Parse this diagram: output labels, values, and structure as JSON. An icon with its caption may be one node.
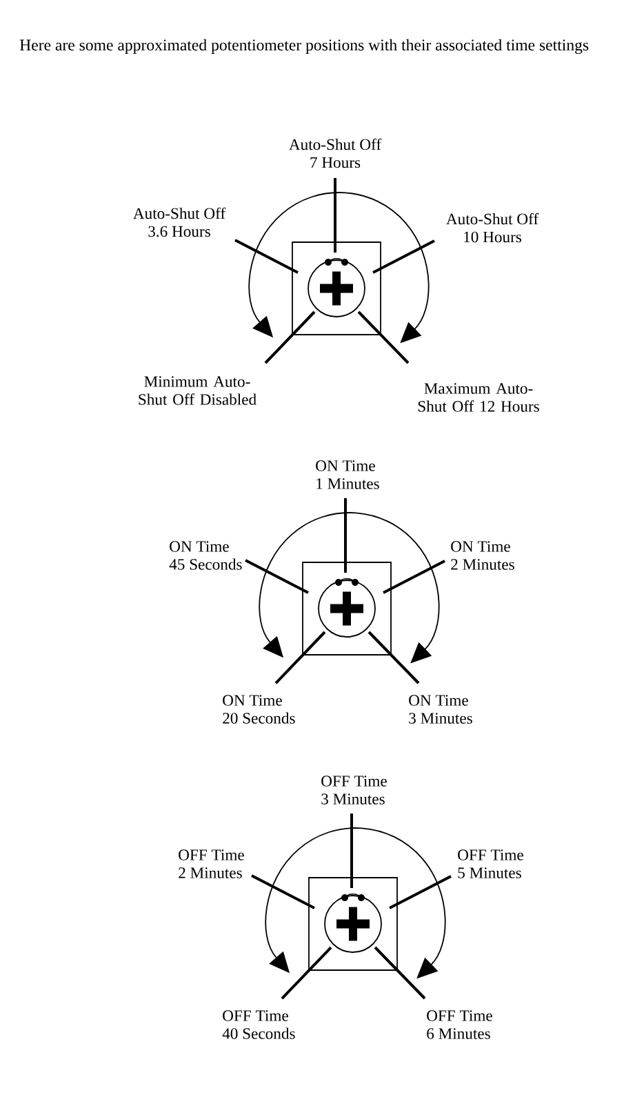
{
  "diagram": {
    "title": "Here are some approximated potentiometer positions with their associated time settings",
    "nodes": [
      {
        "text": [
          "Auto-Shut Off 7 Hours"
        ]
      },
      {
        "text": [
          "Auto-Shut Off 3.6 Hours"
        ]
      },
      {
        "text": [
          "Auto-Shut Off 10 Hours"
        ]
      },
      {
        "text": [],
        "shape": "box"
      },
      {
        "text": [],
        "shape": "circle",
        "in": 3
      },
      {
        "text": [
          "Minimum Auto-Shut Off Disabled"
        ]
      },
      {
        "text": [
          "Maximum Auto-Shut Off 12 Hours"
        ]
      },
      {
        "text": [
          "ON Time 1 Minutes"
        ]
      },
      {
        "text": [
          "ON Time 45 Seconds"
        ]
      },
      {
        "text": [
          "ON Time 2 Minutes"
        ]
      },
      {
        "text": [],
        "shape": "box"
      },
      {
        "text": [],
        "shape": "circle",
        "in": 10
      },
      {
        "text": [
          "ON Time 20 Seconds"
        ]
      },
      {
        "text": [
          "ON Time 3 Minutes"
        ]
      },
      {
        "text": [
          "OFF Time 3 Minutes"
        ]
      },
      {
        "text": [
          "OFF Time 2 Minutes"
        ]
      },
      {
        "text": [
          "OFF Time 5 Minutes"
        ]
      },
      {
        "text": [],
        "shape": "box"
      },
      {
        "text": [],
        "shape": "circle",
        "in": 17
      },
      {
        "text": [
          "OFF Time 40 Seconds"
        ]
      },
      {
        "text": [
          "OFF Time 6 Minutes"
        ]
      }
    ],
    "edges": [
      {
        "from": 0,
        "to": 4,
        "arrow": "none"
      },
      {
        "from": 1,
        "to": 4,
        "arrow": "none"
      },
      {
        "from": 2,
        "to": 4,
        "arrow": "none"
      },
      {
        "from": 5,
        "to": 4,
        "arrow": "none"
      },
      {
        "from": 6,
        "to": 4,
        "arrow": "none"
      },
      {
        "from": 7,
        "to": 11,
        "arrow": "none"
      },
      {
        "from": 8,
        "to": 11,
        "arrow": "none"
      },
      {
        "from": 9,
        "to": 11,
        "arrow": "none"
      },
      {
        "from": 12,
        "to": 11,
        "arrow": "none"
      },
      {
        "from": 13,
        "to": 11,
        "arrow": "none"
      },
      {
        "from": 14,
        "to": 18,
        "arrow": "none"
      },
      {
        "from": 15,
        "to": 18,
        "arrow": "none"
      },
      {
        "from": 16,
        "to": 18,
        "arrow": "none"
      },
      {
        "from": 19,
        "to": 18,
        "arrow": "none"
      },
      {
        "from": 20,
        "to": 18,
        "arrow": "none"
      }
    ]
  }
}
